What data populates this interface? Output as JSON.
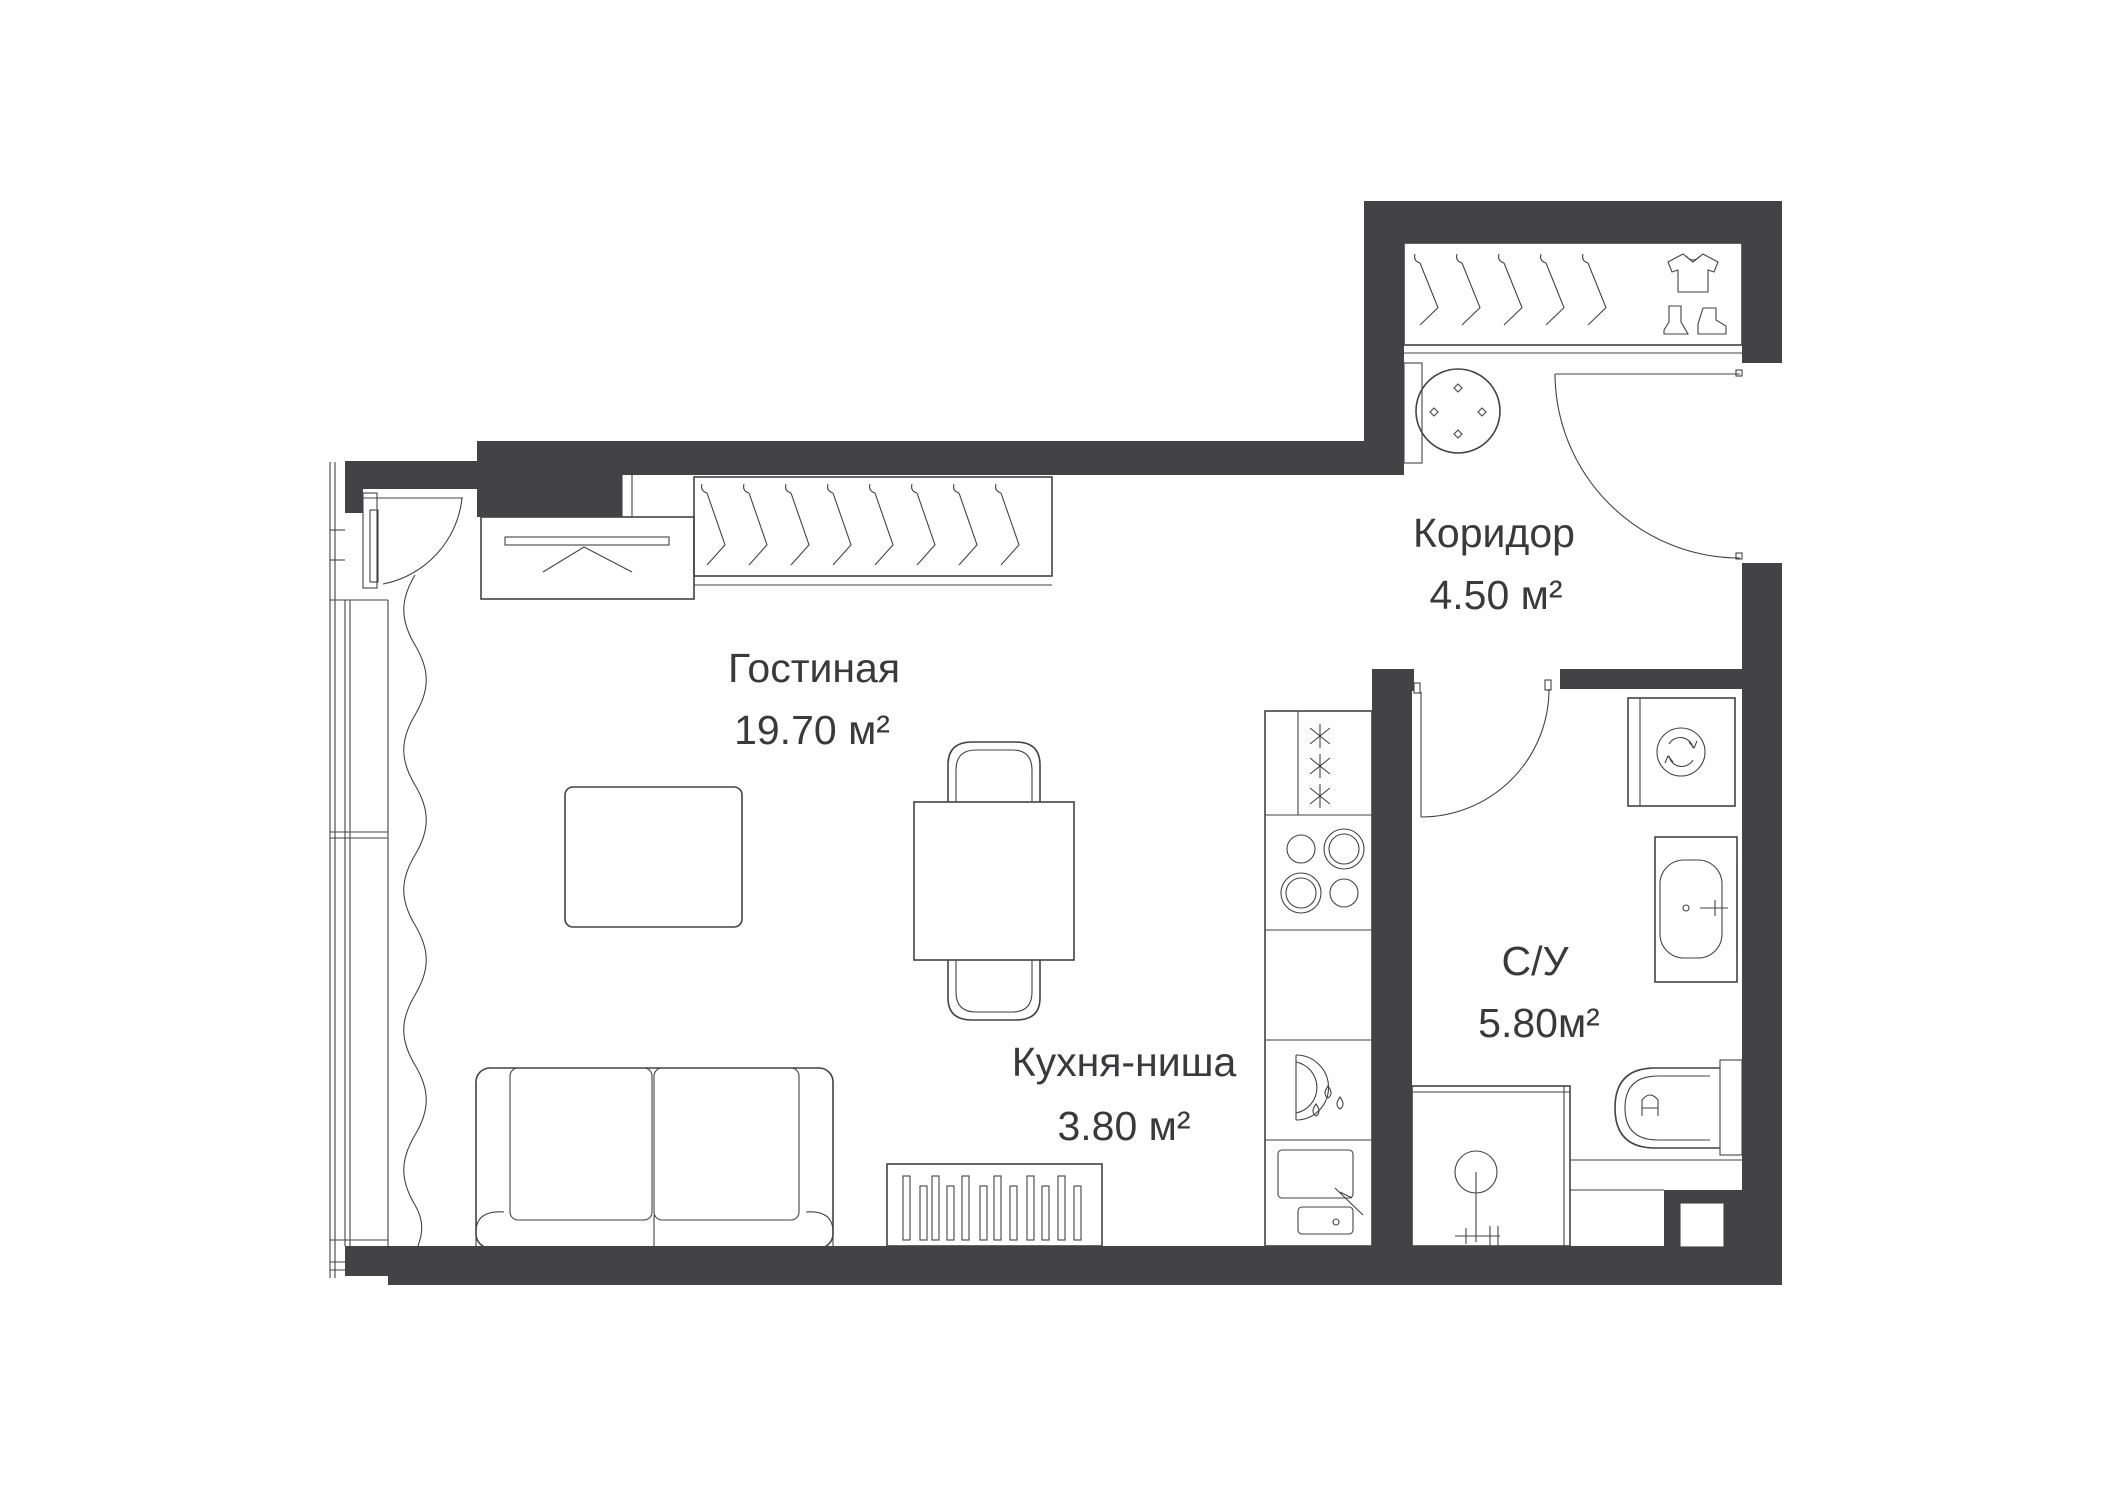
{
  "rooms": {
    "living": {
      "name": "Гостиная",
      "area": "19.70 м²"
    },
    "corridor": {
      "name": "Коридор",
      "area": "4.50 м²"
    },
    "kitchen": {
      "name": "Кухня-ниша",
      "area": "3.80 м²"
    },
    "bathroom": {
      "name": "С/У",
      "area": "5.80м²"
    }
  },
  "colors": {
    "wall": "#434345",
    "line": "#434345",
    "background": "#ffffff"
  }
}
